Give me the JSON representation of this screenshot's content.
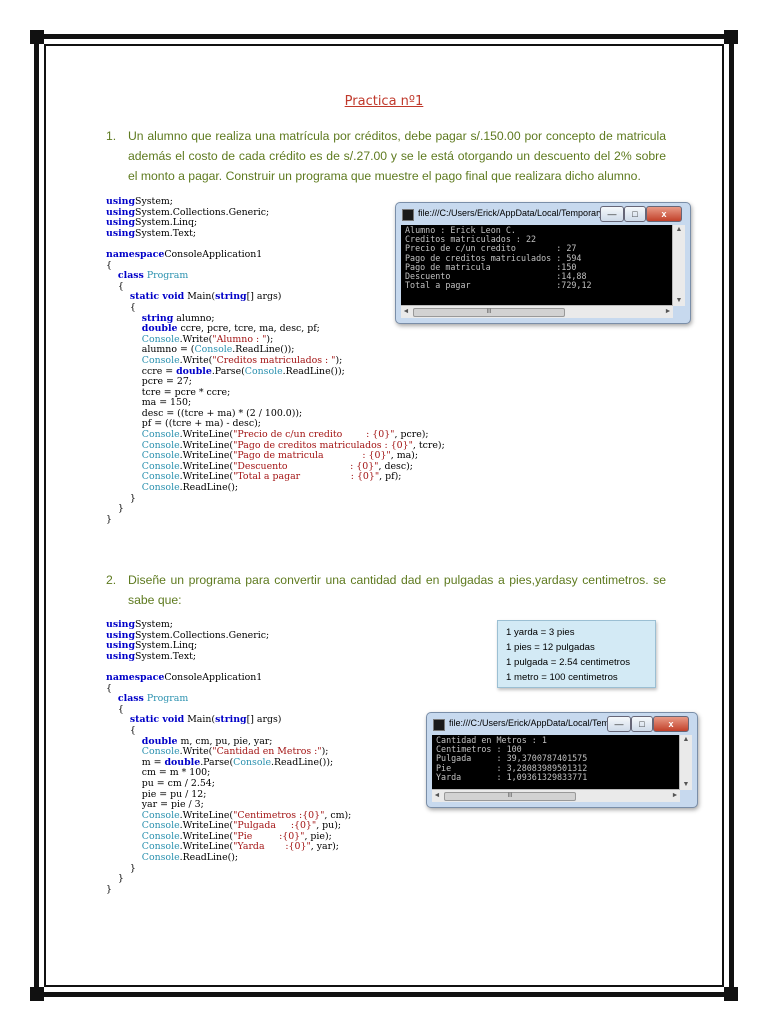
{
  "title": "Practica nº1",
  "q1": {
    "number": "1.",
    "text": "Un alumno que realiza una matrícula por créditos, debe pagar s/.150.00 por concepto de matricula además el costo de cada crédito es de s/.27.00 y se le está otorgando un descuento del 2% sobre el monto a pagar. Construir un programa que muestre el pago final que realizara dicho alumno."
  },
  "q2": {
    "number": "2.",
    "text": "Diseñe un programa para convertir una cantidad dad en pulgadas a pies,yardasy centimetros. se sabe que:"
  },
  "code1": [
    [
      [
        "kw",
        "using"
      ],
      [
        "",
        "System;"
      ]
    ],
    [
      [
        "kw",
        "using"
      ],
      [
        "",
        "System.Collections.Generic;"
      ]
    ],
    [
      [
        "kw",
        "using"
      ],
      [
        "",
        "System.Linq;"
      ]
    ],
    [
      [
        "kw",
        "using"
      ],
      [
        "",
        "System.Text;"
      ]
    ],
    [
      [
        "",
        ""
      ]
    ],
    [
      [
        "kw",
        "namespace"
      ],
      [
        "",
        "ConsoleApplication1"
      ]
    ],
    [
      [
        "",
        "{"
      ]
    ],
    [
      [
        "",
        "    "
      ],
      [
        "kw",
        "class"
      ],
      [
        "",
        " "
      ],
      [
        "ty",
        "Program"
      ]
    ],
    [
      [
        "",
        "    {"
      ]
    ],
    [
      [
        "",
        "        "
      ],
      [
        "kw",
        "static void"
      ],
      [
        "",
        " Main("
      ],
      [
        "kw",
        "string"
      ],
      [
        "",
        "[] args)"
      ]
    ],
    [
      [
        "",
        "        {"
      ]
    ],
    [
      [
        "",
        "            "
      ],
      [
        "kw",
        "string"
      ],
      [
        "",
        " alumno;"
      ]
    ],
    [
      [
        "",
        "            "
      ],
      [
        "kw",
        "double"
      ],
      [
        "",
        " ccre, pcre, tcre, ma, desc, pf;"
      ]
    ],
    [
      [
        "",
        "            "
      ],
      [
        "ty",
        "Console"
      ],
      [
        "",
        ".Write("
      ],
      [
        "st",
        "\"Alumno : \""
      ],
      [
        "",
        ");"
      ]
    ],
    [
      [
        "",
        "            alumno = ("
      ],
      [
        "ty",
        "Console"
      ],
      [
        "",
        ".ReadLine());"
      ]
    ],
    [
      [
        "",
        "            "
      ],
      [
        "ty",
        "Console"
      ],
      [
        "",
        ".Write("
      ],
      [
        "st",
        "\"Creditos matriculados : \""
      ],
      [
        "",
        ");"
      ]
    ],
    [
      [
        "",
        "            ccre = "
      ],
      [
        "kw",
        "double"
      ],
      [
        "",
        ".Parse("
      ],
      [
        "ty",
        "Console"
      ],
      [
        "",
        ".ReadLine());"
      ]
    ],
    [
      [
        "",
        "            pcre = 27;"
      ]
    ],
    [
      [
        "",
        "            tcre = pcre * ccre;"
      ]
    ],
    [
      [
        "",
        "            ma = 150;"
      ]
    ],
    [
      [
        "",
        "            desc = ((tcre + ma) * (2 / 100.0));"
      ]
    ],
    [
      [
        "",
        "            pf = ((tcre + ma) - desc);"
      ]
    ],
    [
      [
        "",
        "            "
      ],
      [
        "ty",
        "Console"
      ],
      [
        "",
        ".WriteLine("
      ],
      [
        "st",
        "\"Precio de c/un credito        : {0}\""
      ],
      [
        "",
        ", pcre);"
      ]
    ],
    [
      [
        "",
        "            "
      ],
      [
        "ty",
        "Console"
      ],
      [
        "",
        ".WriteLine("
      ],
      [
        "st",
        "\"Pago de creditos matriculados : {0}\""
      ],
      [
        "",
        ", tcre);"
      ]
    ],
    [
      [
        "",
        "            "
      ],
      [
        "ty",
        "Console"
      ],
      [
        "",
        ".WriteLine("
      ],
      [
        "st",
        "\"Pago de matricula             : {0}\""
      ],
      [
        "",
        ", ma);"
      ]
    ],
    [
      [
        "",
        "            "
      ],
      [
        "ty",
        "Console"
      ],
      [
        "",
        ".WriteLine("
      ],
      [
        "st",
        "\"Descuento                     : {0}\""
      ],
      [
        "",
        ", desc);"
      ]
    ],
    [
      [
        "",
        "            "
      ],
      [
        "ty",
        "Console"
      ],
      [
        "",
        ".WriteLine("
      ],
      [
        "st",
        "\"Total a pagar                 : {0}\""
      ],
      [
        "",
        ", pf);"
      ]
    ],
    [
      [
        "",
        "            "
      ],
      [
        "ty",
        "Console"
      ],
      [
        "",
        ".ReadLine();"
      ]
    ],
    [
      [
        "",
        "        }"
      ]
    ],
    [
      [
        "",
        "    }"
      ]
    ],
    [
      [
        "",
        "}"
      ]
    ]
  ],
  "code2": [
    [
      [
        "kw",
        "using"
      ],
      [
        "",
        "System;"
      ]
    ],
    [
      [
        "kw",
        "using"
      ],
      [
        "",
        "System.Collections.Generic;"
      ]
    ],
    [
      [
        "kw",
        "using"
      ],
      [
        "",
        "System.Linq;"
      ]
    ],
    [
      [
        "kw",
        "using"
      ],
      [
        "",
        "System.Text;"
      ]
    ],
    [
      [
        "",
        ""
      ]
    ],
    [
      [
        "kw",
        "namespace"
      ],
      [
        "",
        "ConsoleApplication1"
      ]
    ],
    [
      [
        "",
        "{"
      ]
    ],
    [
      [
        "",
        "    "
      ],
      [
        "kw",
        "class"
      ],
      [
        "",
        " "
      ],
      [
        "ty",
        "Program"
      ]
    ],
    [
      [
        "",
        "    {"
      ]
    ],
    [
      [
        "",
        "        "
      ],
      [
        "kw",
        "static void"
      ],
      [
        "",
        " Main("
      ],
      [
        "kw",
        "string"
      ],
      [
        "",
        "[] args)"
      ]
    ],
    [
      [
        "",
        "        {"
      ]
    ],
    [
      [
        "",
        "            "
      ],
      [
        "kw",
        "double"
      ],
      [
        "",
        " m, cm, pu, pie, yar;"
      ]
    ],
    [
      [
        "",
        "            "
      ],
      [
        "ty",
        "Console"
      ],
      [
        "",
        ".Write("
      ],
      [
        "st",
        "\"Cantidad en Metros :\""
      ],
      [
        "",
        ");"
      ]
    ],
    [
      [
        "",
        "            m = "
      ],
      [
        "kw",
        "double"
      ],
      [
        "",
        ".Parse("
      ],
      [
        "ty",
        "Console"
      ],
      [
        "",
        ".ReadLine());"
      ]
    ],
    [
      [
        "",
        "            cm = m * 100;"
      ]
    ],
    [
      [
        "",
        "            pu = cm / 2.54;"
      ]
    ],
    [
      [
        "",
        "            pie = pu / 12;"
      ]
    ],
    [
      [
        "",
        "            yar = pie / 3;"
      ]
    ],
    [
      [
        "",
        "            "
      ],
      [
        "ty",
        "Console"
      ],
      [
        "",
        ".WriteLine("
      ],
      [
        "st",
        "\"Centimetros :{0}\""
      ],
      [
        "",
        ", cm);"
      ]
    ],
    [
      [
        "",
        "            "
      ],
      [
        "ty",
        "Console"
      ],
      [
        "",
        ".WriteLine("
      ],
      [
        "st",
        "\"Pulgada     :{0}\""
      ],
      [
        "",
        ", pu);"
      ]
    ],
    [
      [
        "",
        "            "
      ],
      [
        "ty",
        "Console"
      ],
      [
        "",
        ".WriteLine("
      ],
      [
        "st",
        "\"Pie         :{0}\""
      ],
      [
        "",
        ", pie);"
      ]
    ],
    [
      [
        "",
        "            "
      ],
      [
        "ty",
        "Console"
      ],
      [
        "",
        ".WriteLine("
      ],
      [
        "st",
        "\"Yarda       :{0}\""
      ],
      [
        "",
        ", yar);"
      ]
    ],
    [
      [
        "",
        "            "
      ],
      [
        "ty",
        "Console"
      ],
      [
        "",
        ".ReadLine();"
      ]
    ],
    [
      [
        "",
        "        }"
      ]
    ],
    [
      [
        "",
        "    }"
      ]
    ],
    [
      [
        "",
        "}"
      ]
    ]
  ],
  "window1": {
    "title": "file:///C:/Users/Erick/AppData/Local/Temporary ...",
    "output": "Alumno : Erick Leon C.\nCreditos matriculados : 22\nPrecio de c/un credito        : 27\nPago de creditos matriculados : 594\nPago de matricula             :150\nDescuento                     :14,88\nTotal a pagar                 :729,12"
  },
  "window2": {
    "title": "file:///C:/Users/Erick/AppData/Local/Tem...",
    "output": "Cantidad en Metros : 1\nCentimetros : 100\nPulgada     : 39,3700787401575\nPie         : 3,28083989501312\nYarda       : 1,09361329833771"
  },
  "window_buttons": {
    "minimize": "—",
    "maximize": "□",
    "close": "x"
  },
  "scroll_glyphs": {
    "up": "▲",
    "down": "▼",
    "left": "◄",
    "right": "►",
    "grip": "III"
  },
  "conversions": [
    "1 yarda = 3 pies",
    "1 pies = 12 pulgadas",
    "1 pulgada = 2.54 centimetros",
    "1 metro = 100 centimetros"
  ],
  "colors": {
    "title": "#c0392b",
    "question_text": "#5e7a1f",
    "keyword": "#0000c8",
    "type": "#2b91af",
    "string": "#a31515",
    "notes_bg": "#d3eaf5"
  }
}
